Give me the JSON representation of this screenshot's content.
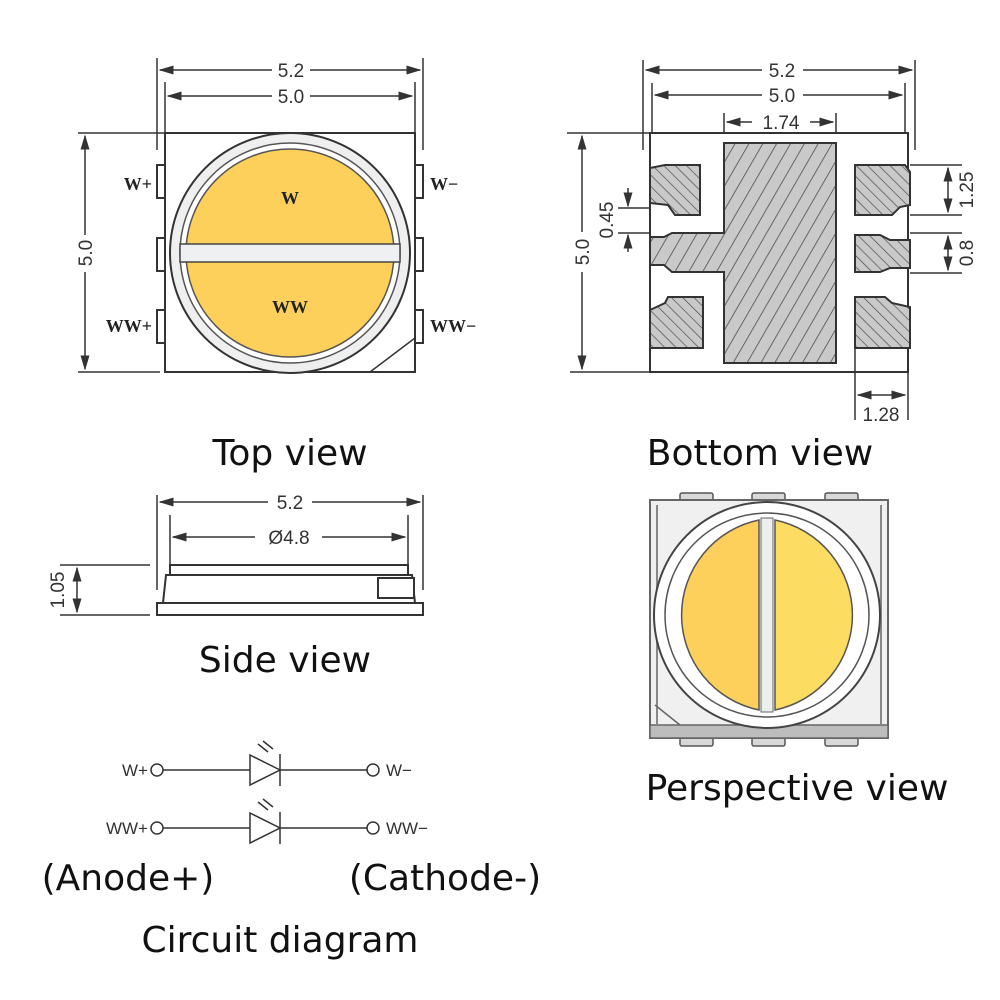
{
  "top_view": {
    "caption": "Top view",
    "dim_outer_width": "5.2",
    "dim_inner_width": "5.0",
    "dim_height": "5.0",
    "chip_top": "W",
    "chip_bottom": "WW",
    "pins": {
      "w_plus": "W+",
      "w_minus": "W−",
      "ww_plus": "WW+",
      "ww_minus": "WW−"
    }
  },
  "bottom_view": {
    "caption": "Bottom view",
    "dim_outer_width": "5.2",
    "dim_inner_width": "5.0",
    "dim_center_pad": "1.74",
    "dim_height": "5.0",
    "dim_gap": "0.45",
    "dim_pad_height": "1.25",
    "dim_mid_pad": "0.8",
    "dim_pad_width": "1.28"
  },
  "side_view": {
    "caption": "Side view",
    "dim_width": "5.2",
    "dim_diameter": "Ø4.8",
    "dim_height": "1.05"
  },
  "perspective_view": {
    "caption": "Perspective view"
  },
  "circuit": {
    "caption": "Circuit diagram",
    "row1_left": "W+",
    "row1_right": "W−",
    "row2_left": "WW+",
    "row2_right": "WW−",
    "anode": "(Anode+)",
    "cathode": "(Cathode-)"
  },
  "colors": {
    "yellow": "#fcd05a",
    "yellow_light": "#fddc62",
    "body": "#f2f2f2",
    "pad": "#c8c8c8"
  }
}
